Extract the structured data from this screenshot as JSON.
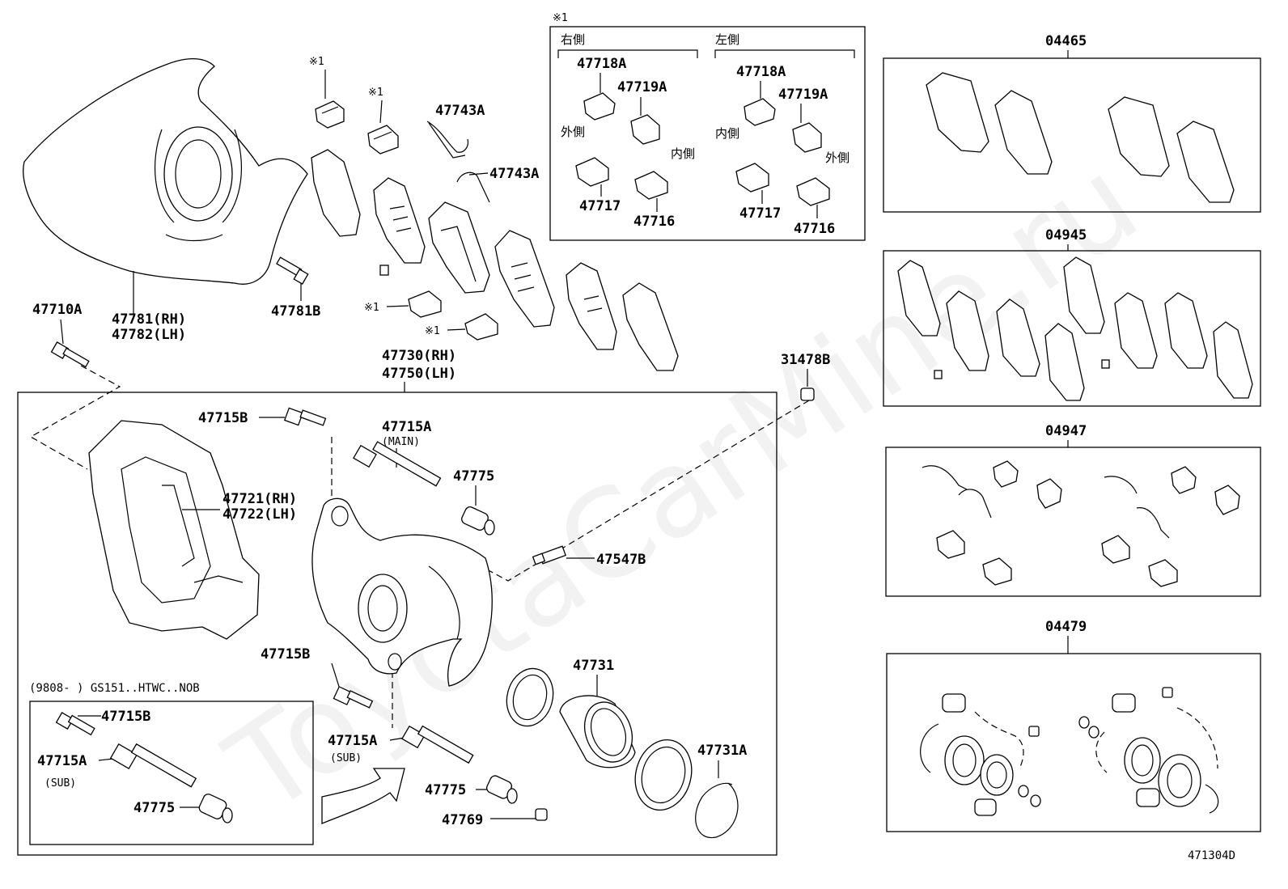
{
  "watermark": "ToyotaCarMine.ru",
  "diagram_code": "471304D",
  "note_mark": "※1",
  "side_labels": {
    "right_side": "右側",
    "left_side": "左側",
    "outer": "外側",
    "inner": "内側"
  },
  "condition_note": "(9808-        ) GS151..HTWC..NOB",
  "labels": {
    "p47781_rh": "47781(RH)",
    "p47782_lh": "47782(LH)",
    "p47781b": "47781B",
    "p47710a": "47710A",
    "p47743a_1": "47743A",
    "p47743a_2": "47743A",
    "p47730_rh": "47730(RH)",
    "p47750_lh": "47750(LH)",
    "p31478b": "31478B",
    "p47718a_r": "47718A",
    "p47719a_r": "47719A",
    "p47717_r": "47717",
    "p47716_r": "47716",
    "p47718a_l": "47718A",
    "p47719a_l": "47719A",
    "p47717_l": "47717",
    "p47716_l": "47716",
    "p47715b_1": "47715B",
    "p47715a_main": "47715A",
    "main_note": "(MAIN)",
    "p47775_1": "47775",
    "p47721_rh": "47721(RH)",
    "p47722_lh": "47722(LH)",
    "p47547b": "47547B",
    "p47715b_2": "47715B",
    "p47731": "47731",
    "p47715a_sub": "47715A",
    "sub_note": "(SUB)",
    "p47775_2": "47775",
    "p47769": "47769",
    "p47731a": "47731A",
    "inset_47715b": "47715B",
    "inset_47715a": "47715A",
    "inset_sub": "(SUB)",
    "inset_47775": "47775",
    "kit_04465": "04465",
    "kit_04945": "04945",
    "kit_04947": "04947",
    "kit_04479": "04479"
  }
}
